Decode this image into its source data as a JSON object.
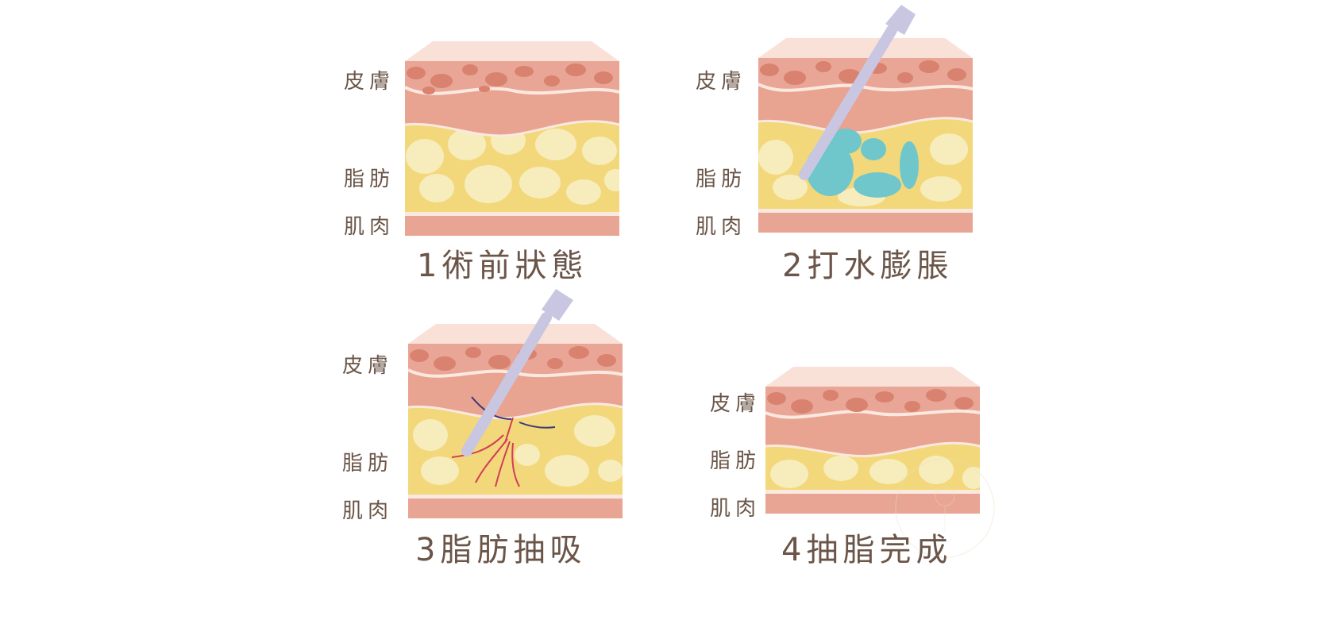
{
  "layers": {
    "skin": "皮膚",
    "fat": "脂肪",
    "muscle": "肌肉"
  },
  "steps": [
    {
      "number": "1",
      "title": "術前狀態"
    },
    {
      "number": "2",
      "title": "打水膨脹"
    },
    {
      "number": "3",
      "title": "脂肪抽吸"
    },
    {
      "number": "4",
      "title": "抽脂完成"
    }
  ],
  "colors": {
    "skin_top": "#f9e1d7",
    "dermis": "#e9a696",
    "dermis_cells": "#d9826f",
    "fat_bg": "#f2d87a",
    "fat_cells": "#f7ecbc",
    "muscle": "#e8a593",
    "fluid": "#6fc6cb",
    "cannula": "#c9c6e2"
  }
}
